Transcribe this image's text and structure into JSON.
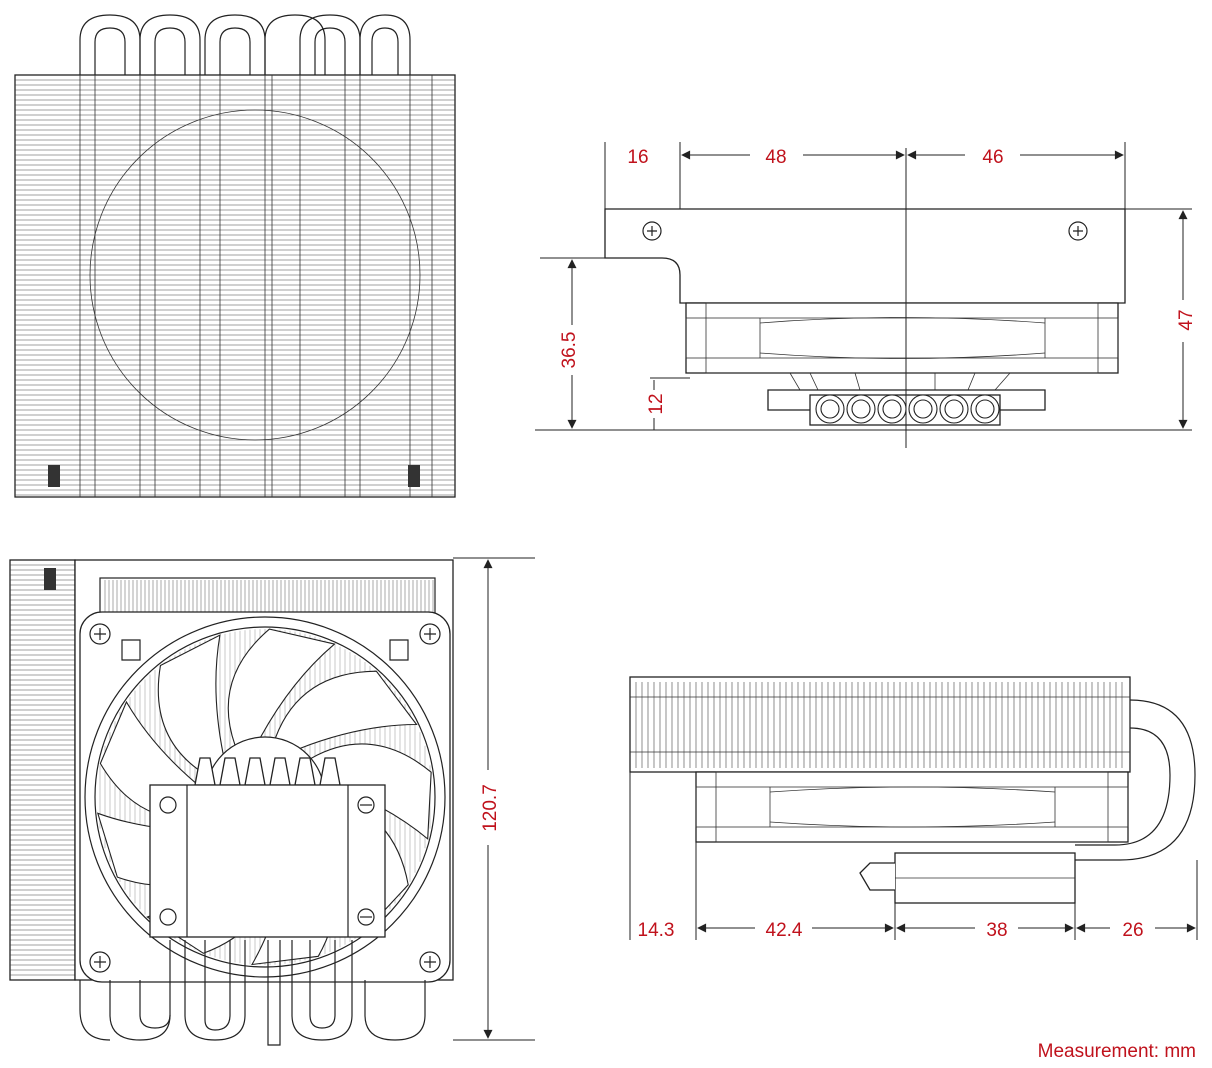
{
  "dimensions": {
    "side_top_16": "16",
    "side_top_48": "48",
    "side_top_46": "46",
    "side_height_47": "47",
    "side_clearance_36_5": "36.5",
    "side_base_12": "12",
    "front_height_120_7": "120.7",
    "side_bottom_14_3": "14.3",
    "side_bottom_42_4": "42.4",
    "side_bottom_38": "38",
    "side_bottom_26": "26"
  },
  "unit_note": "Measurement: mm",
  "colors": {
    "dimension_text": "#c0121c",
    "line": "#222222",
    "background": "#ffffff"
  }
}
